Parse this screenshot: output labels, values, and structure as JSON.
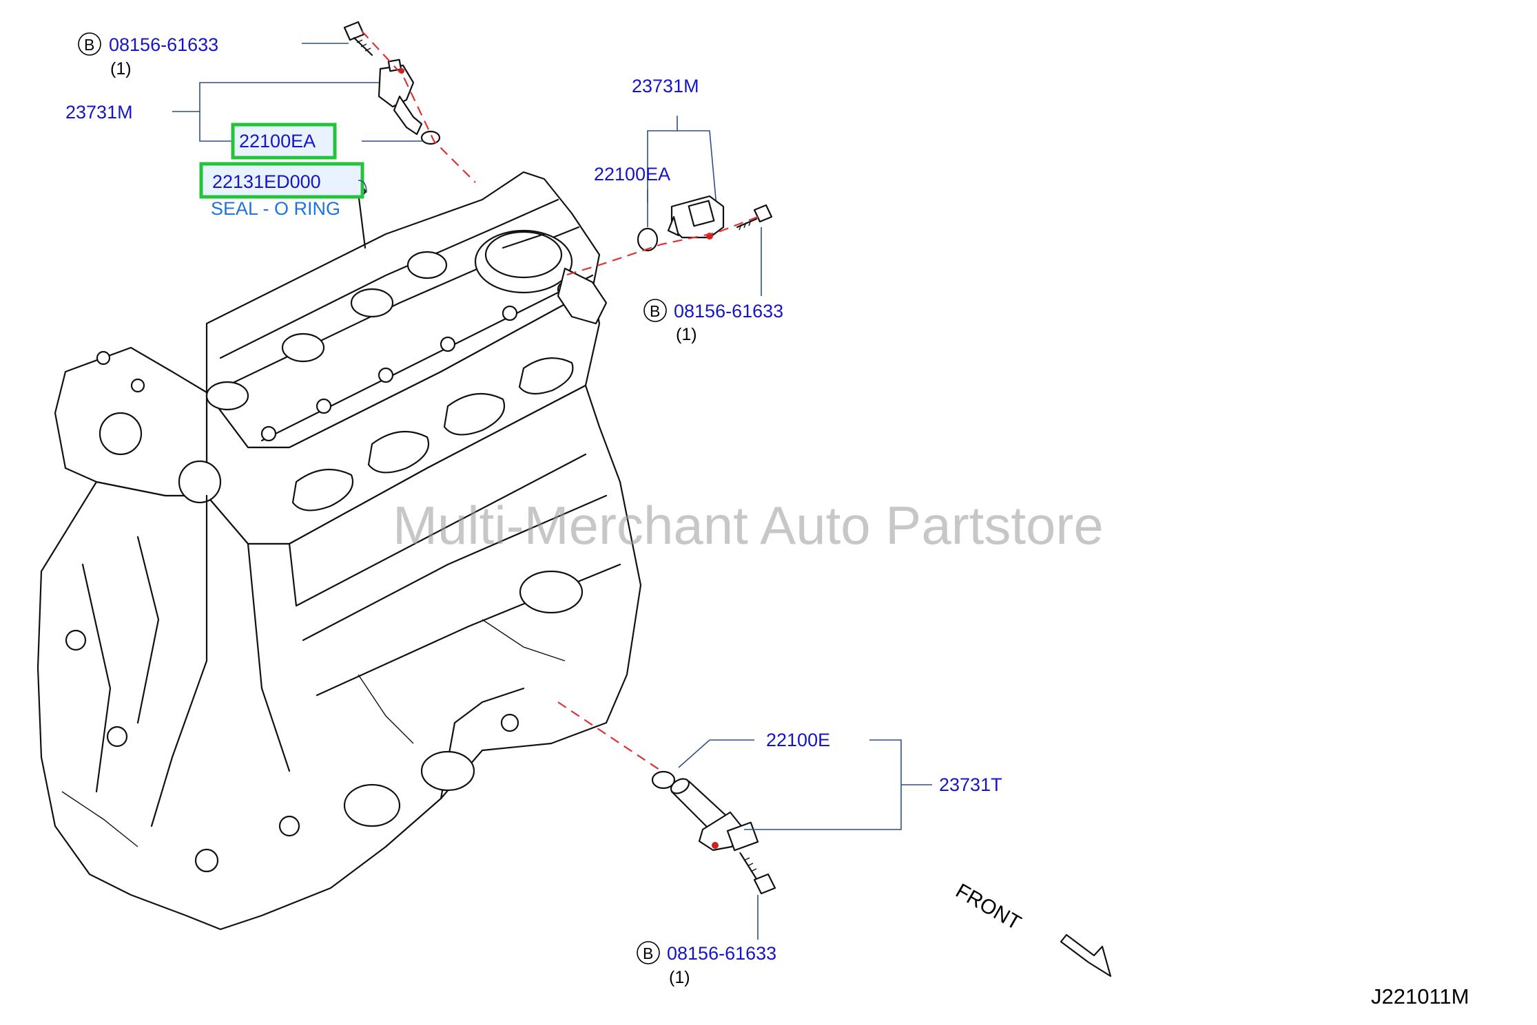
{
  "diagram": {
    "watermark": "Multi-Merchant Auto Partstore",
    "drawing_code": "J221011M",
    "front_label": "FRONT",
    "bolt_circle_letter": "B",
    "colors": {
      "part_number": "#1515c8",
      "highlight_border": "#23c43a",
      "highlight_fill": "#e9f3ff",
      "leader_line": "#2d4f86",
      "dash_line": "#e03030",
      "outline": "#111111"
    },
    "callouts": {
      "bolt_top": {
        "part": "08156-61633",
        "qty": "(1)"
      },
      "sensor_top_assy": {
        "part": "23731M"
      },
      "sensor_top_oring": {
        "part": "22100EA"
      },
      "seal_highlight": {
        "part": "22131ED000",
        "desc": "SEAL - O RING"
      },
      "sensor_right_assy": {
        "part": "23731M"
      },
      "sensor_right_oring": {
        "part": "22100EA"
      },
      "bolt_right": {
        "part": "08156-61633",
        "qty": "(1)"
      },
      "sensor_bottom_oring": {
        "part": "22100E"
      },
      "sensor_bottom_assy": {
        "part": "23731T"
      },
      "bolt_bottom": {
        "part": "08156-61633",
        "qty": "(1)"
      }
    }
  }
}
